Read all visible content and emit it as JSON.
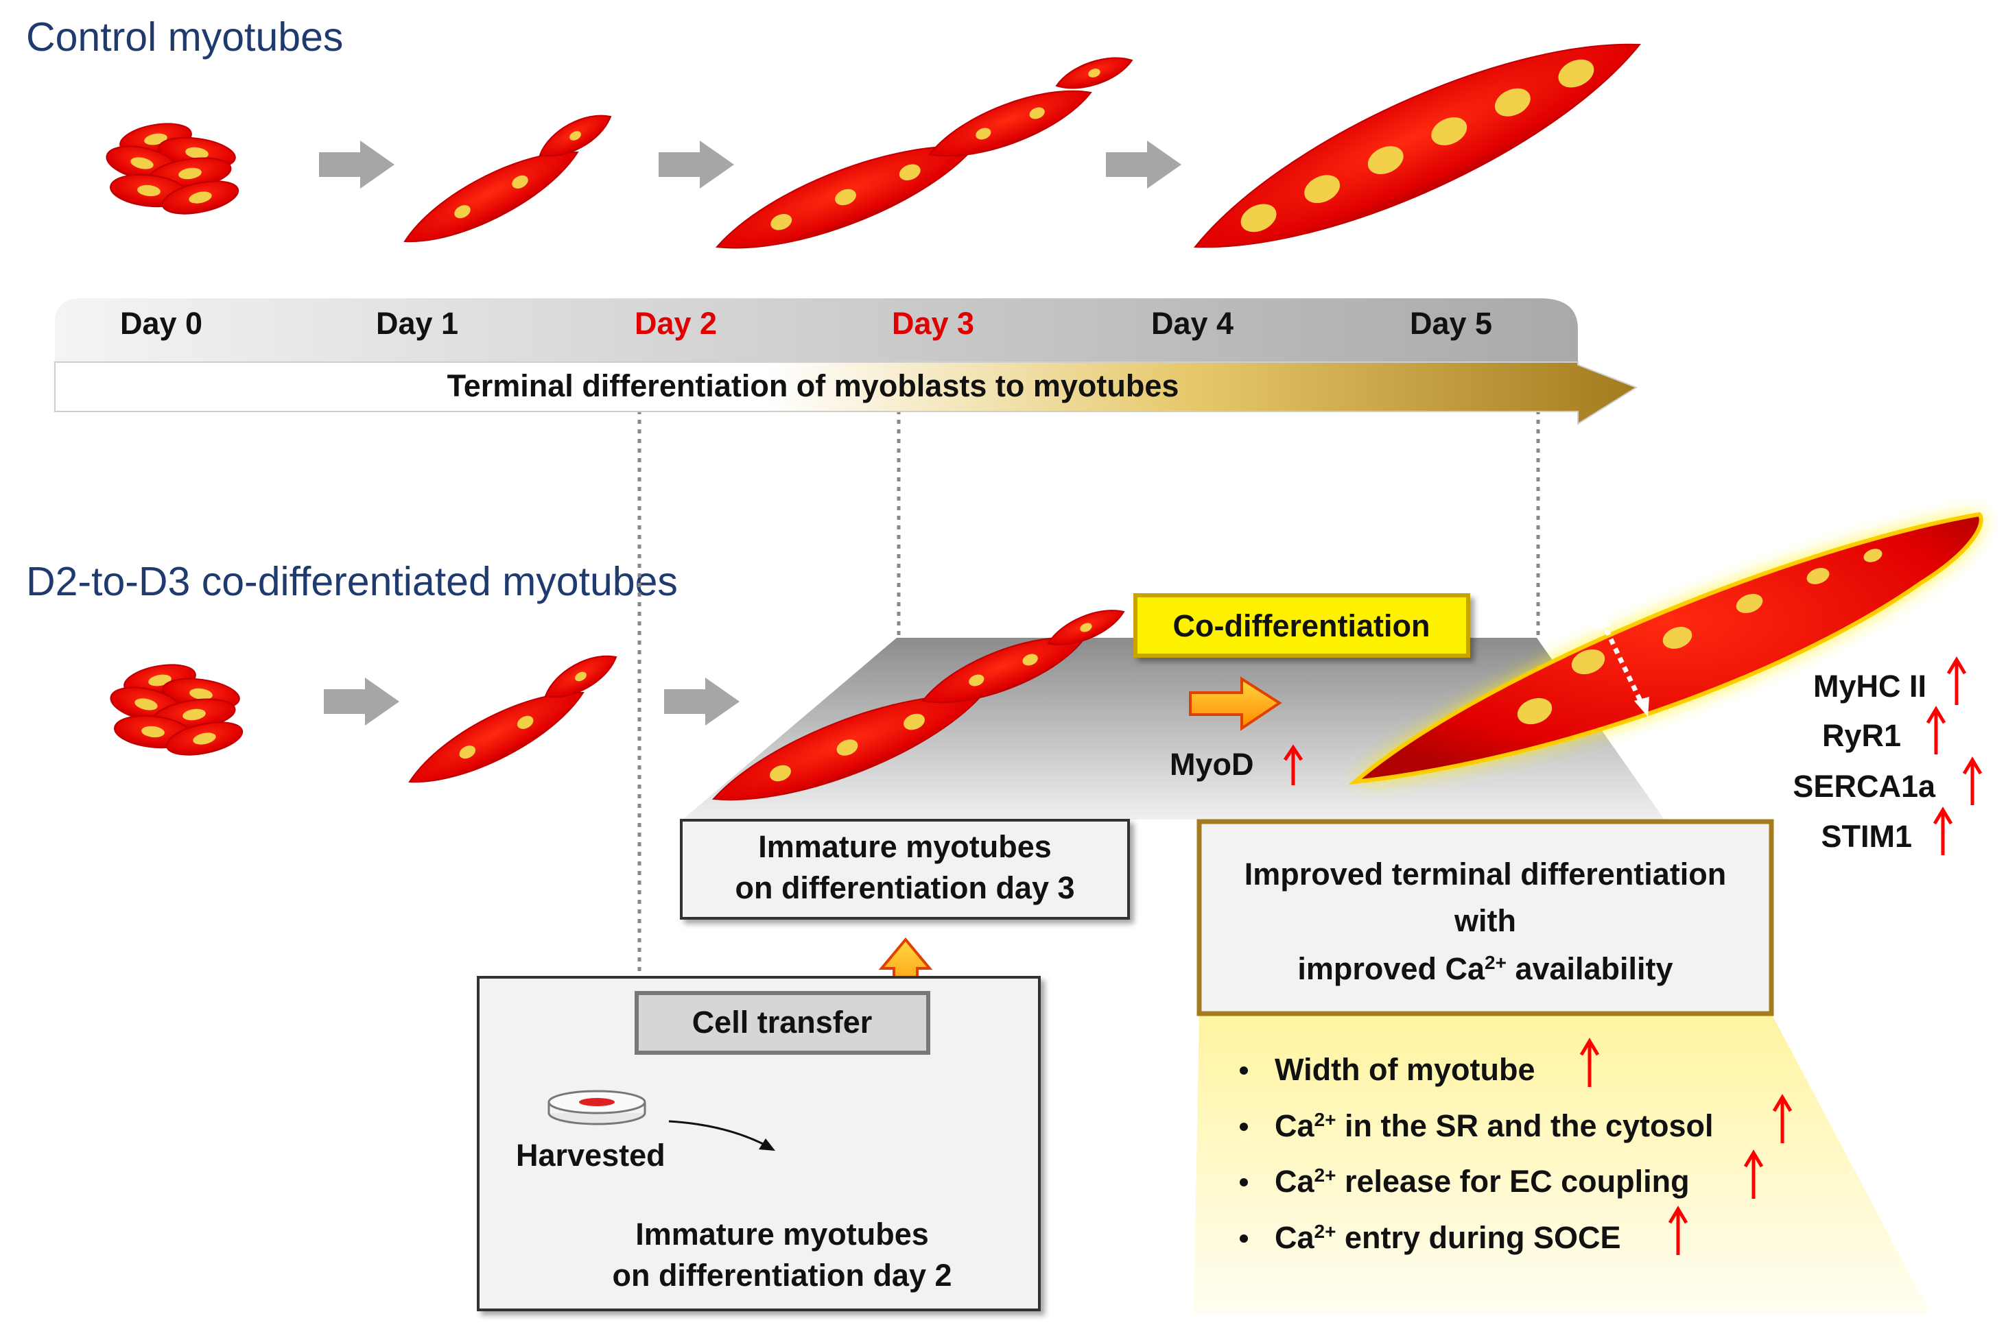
{
  "sections": {
    "control_title": "Control myotubes",
    "codiff_title": "D2-to-D3 co-differentiated myotubes"
  },
  "timeline": {
    "days": [
      {
        "label": "Day 0",
        "color": "#111111"
      },
      {
        "label": "Day 1",
        "color": "#111111"
      },
      {
        "label": "Day 2",
        "color": "#e00000"
      },
      {
        "label": "Day 3",
        "color": "#e00000"
      },
      {
        "label": "Day 4",
        "color": "#111111"
      },
      {
        "label": "Day 5",
        "color": "#111111"
      }
    ],
    "arrow_label": "Terminal differentiation of myoblasts to myotubes"
  },
  "codiff_box": {
    "label": "Co-differentiation"
  },
  "myod": {
    "label": "MyoD",
    "arrow": "up-arrow"
  },
  "markers": [
    {
      "label": "MyHC II",
      "arrow": "up-arrow"
    },
    {
      "label": "RyR1",
      "arrow": "up-arrow"
    },
    {
      "label": "SERCA1a",
      "arrow": "up-arrow"
    },
    {
      "label": "STIM1",
      "arrow": "up-arrow"
    }
  ],
  "immature_day3": {
    "line1": "Immature myotubes",
    "line2": "on differentiation day 3"
  },
  "transfer_panel": {
    "cell_transfer": "Cell transfer",
    "harvested": "Harvested",
    "line1": "Immature myotubes",
    "line2": "on differentiation day 2"
  },
  "improved_box": {
    "line1": "Improved terminal differentiation",
    "line2": "with",
    "line3_pre": "improved Ca",
    "line3_sup": "2+",
    "line3_post": " availability"
  },
  "bullets": [
    {
      "pre": "Width of myotube",
      "sup": "",
      "post": "",
      "arrow": "up-arrow"
    },
    {
      "pre": "Ca",
      "sup": "2+",
      "post": " in the SR and the cytosol",
      "arrow": "up-arrow"
    },
    {
      "pre": "Ca",
      "sup": "2+",
      "post": " release for EC coupling",
      "arrow": "up-arrow"
    },
    {
      "pre": "Ca",
      "sup": "2+",
      "post": " entry during SOCE",
      "arrow": "up-arrow"
    }
  ],
  "colors": {
    "cell_red": "#e60000",
    "nucleus": "#f2d04a",
    "title_blue": "#1f3a6e",
    "highlight_yellow": "#fff200",
    "arrow_gold": "#a47b1f",
    "up_arrow_red": "#ff0000"
  }
}
